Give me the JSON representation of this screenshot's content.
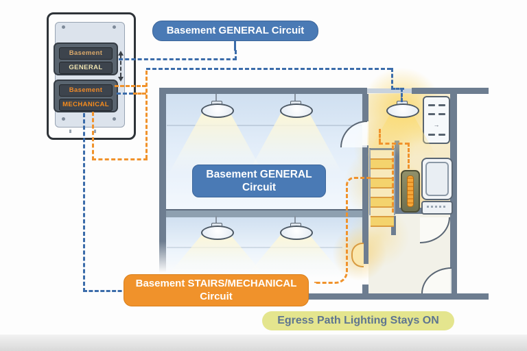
{
  "panel": {
    "breakers": [
      {
        "line1": "Basement",
        "line2": "GENERAL"
      },
      {
        "line1": "Basement",
        "line2": "MECHANICAL"
      }
    ]
  },
  "callouts": {
    "general_top": "Basement GENERAL Circuit",
    "general_room": {
      "line1": "Basement GENERAL",
      "line2": "Circuit"
    },
    "stairs": {
      "line1": "Basement STAIRS/MECHANICAL",
      "line2": "Circuit"
    },
    "egress": "Egress Path Lighting Stays ON"
  },
  "colors": {
    "circuit_general_line": "#3b6caa",
    "circuit_stairs_line": "#f0922b",
    "callout_blue_bg": "#4a7ab5",
    "callout_orange_bg": "#f0922b",
    "egress_pill_bg": "#e4e58e",
    "egress_pill_text": "#5e7590",
    "wall": "#6d7d90"
  }
}
